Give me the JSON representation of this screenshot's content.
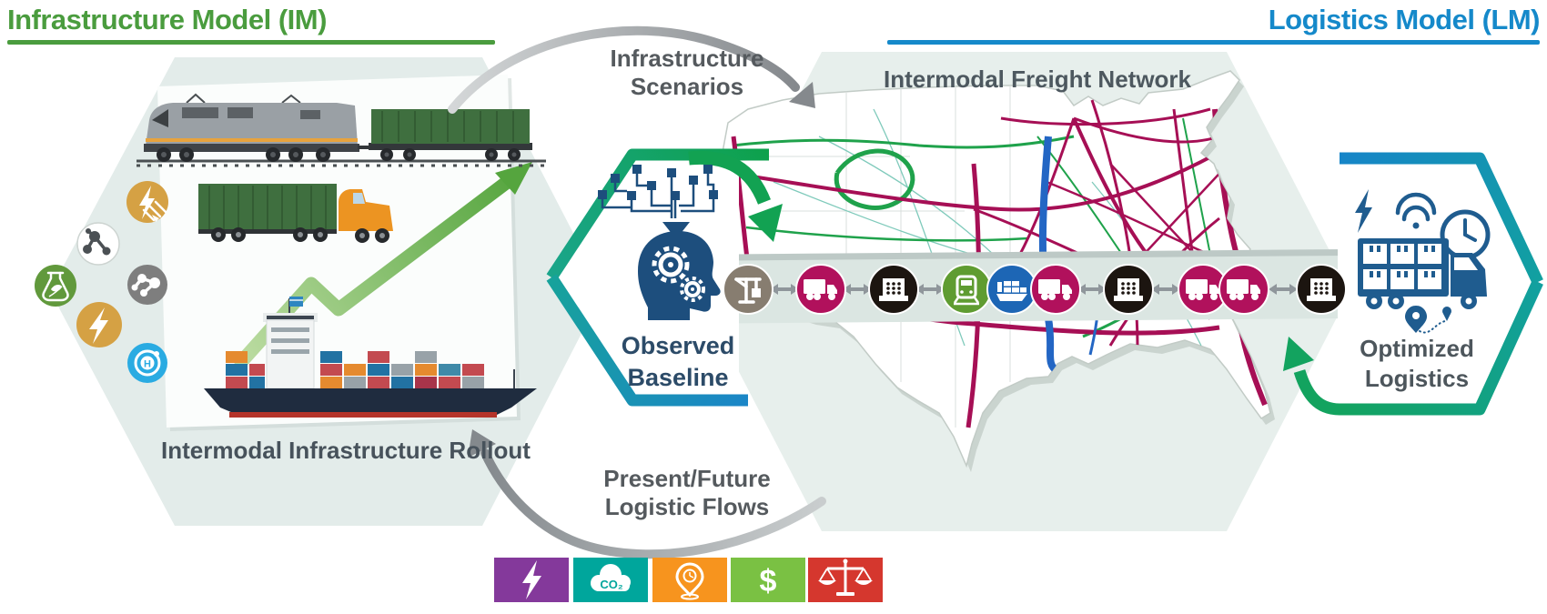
{
  "header": {
    "im_title": "Infrastructure Model (IM)",
    "im_color": "#4a9c3e",
    "lm_title": "Logistics Model (LM)",
    "lm_color": "#1589ca"
  },
  "left_model": {
    "caption": "Intermodal Infrastructure Rollout",
    "vehicles": [
      "freight-train",
      "container-truck",
      "container-ship"
    ],
    "growth_arrow_color": "#6db33f",
    "fuel_options": [
      {
        "icon": "electricity-transmission-icon",
        "color": "#d5a144"
      },
      {
        "icon": "molecule-icon",
        "color": "#ffffff"
      },
      {
        "icon": "biofuel-flask-icon",
        "color": "#61993c"
      },
      {
        "icon": "molecule-dark-icon",
        "color": "#7e7e7e"
      },
      {
        "icon": "lightning-bolt-icon",
        "color": "#d5a144"
      },
      {
        "icon": "hydrogen-atom-icon",
        "color": "#2aabe2",
        "label": "H"
      }
    ]
  },
  "exchange": {
    "top_label_line1": "Infrastructure",
    "top_label_line2": "Scenarios",
    "bottom_label_line1": "Present/Future",
    "bottom_label_line2": "Logistic Flows"
  },
  "observed_baseline": {
    "line1": "Observed",
    "line2": "Baseline"
  },
  "freight_network": {
    "caption": "Intermodal Freight Network",
    "highway_color": "#a60f55",
    "rail_color": "#1fa24b",
    "waterway_color": "#2366c4"
  },
  "chain": {
    "icons": [
      {
        "name": "crane",
        "color": "#877d70"
      },
      {
        "name": "truck",
        "color": "#b1115c"
      },
      {
        "name": "warehouse",
        "color": "#1c1510"
      },
      {
        "name": "train",
        "color": "#5f9c31"
      },
      {
        "name": "ship",
        "color": "#1d66b5"
      },
      {
        "name": "truck",
        "color": "#b1115c"
      },
      {
        "name": "warehouse",
        "color": "#1c1510"
      },
      {
        "name": "truck",
        "color": "#b1115c"
      },
      {
        "name": "truck",
        "color": "#b1115c"
      },
      {
        "name": "warehouse",
        "color": "#1c1510"
      }
    ]
  },
  "optimized_logistics": {
    "line1": "Optimized",
    "line2": "Logistics"
  },
  "legend": {
    "items": [
      {
        "name": "energy",
        "color": "#84399b"
      },
      {
        "name": "co2-emissions",
        "color": "#00a69c",
        "label": "CO₂"
      },
      {
        "name": "time-location",
        "color": "#f7941e"
      },
      {
        "name": "cost",
        "color": "#7ac143",
        "label": "$"
      },
      {
        "name": "trade-balance",
        "color": "#d5372e"
      }
    ]
  }
}
